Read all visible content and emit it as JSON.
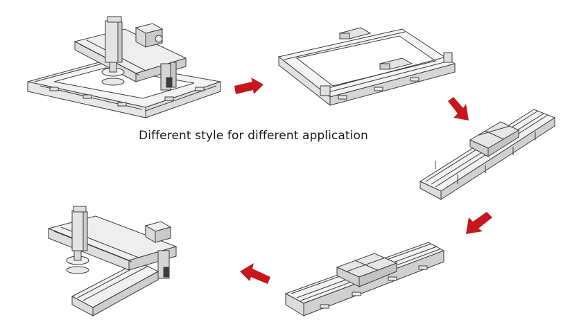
{
  "caption": "Different style for different application",
  "arrow_color": "#c8161d",
  "line_color": "#3a3a3a",
  "panels": [
    {
      "name": "gantry-with-rotary-head"
    },
    {
      "name": "dual-rail-rectangular-frame"
    },
    {
      "name": "single-linear-module-diagonal"
    },
    {
      "name": "single-linear-module-flat"
    },
    {
      "name": "cantilever-gantry-with-rotary-head"
    }
  ]
}
